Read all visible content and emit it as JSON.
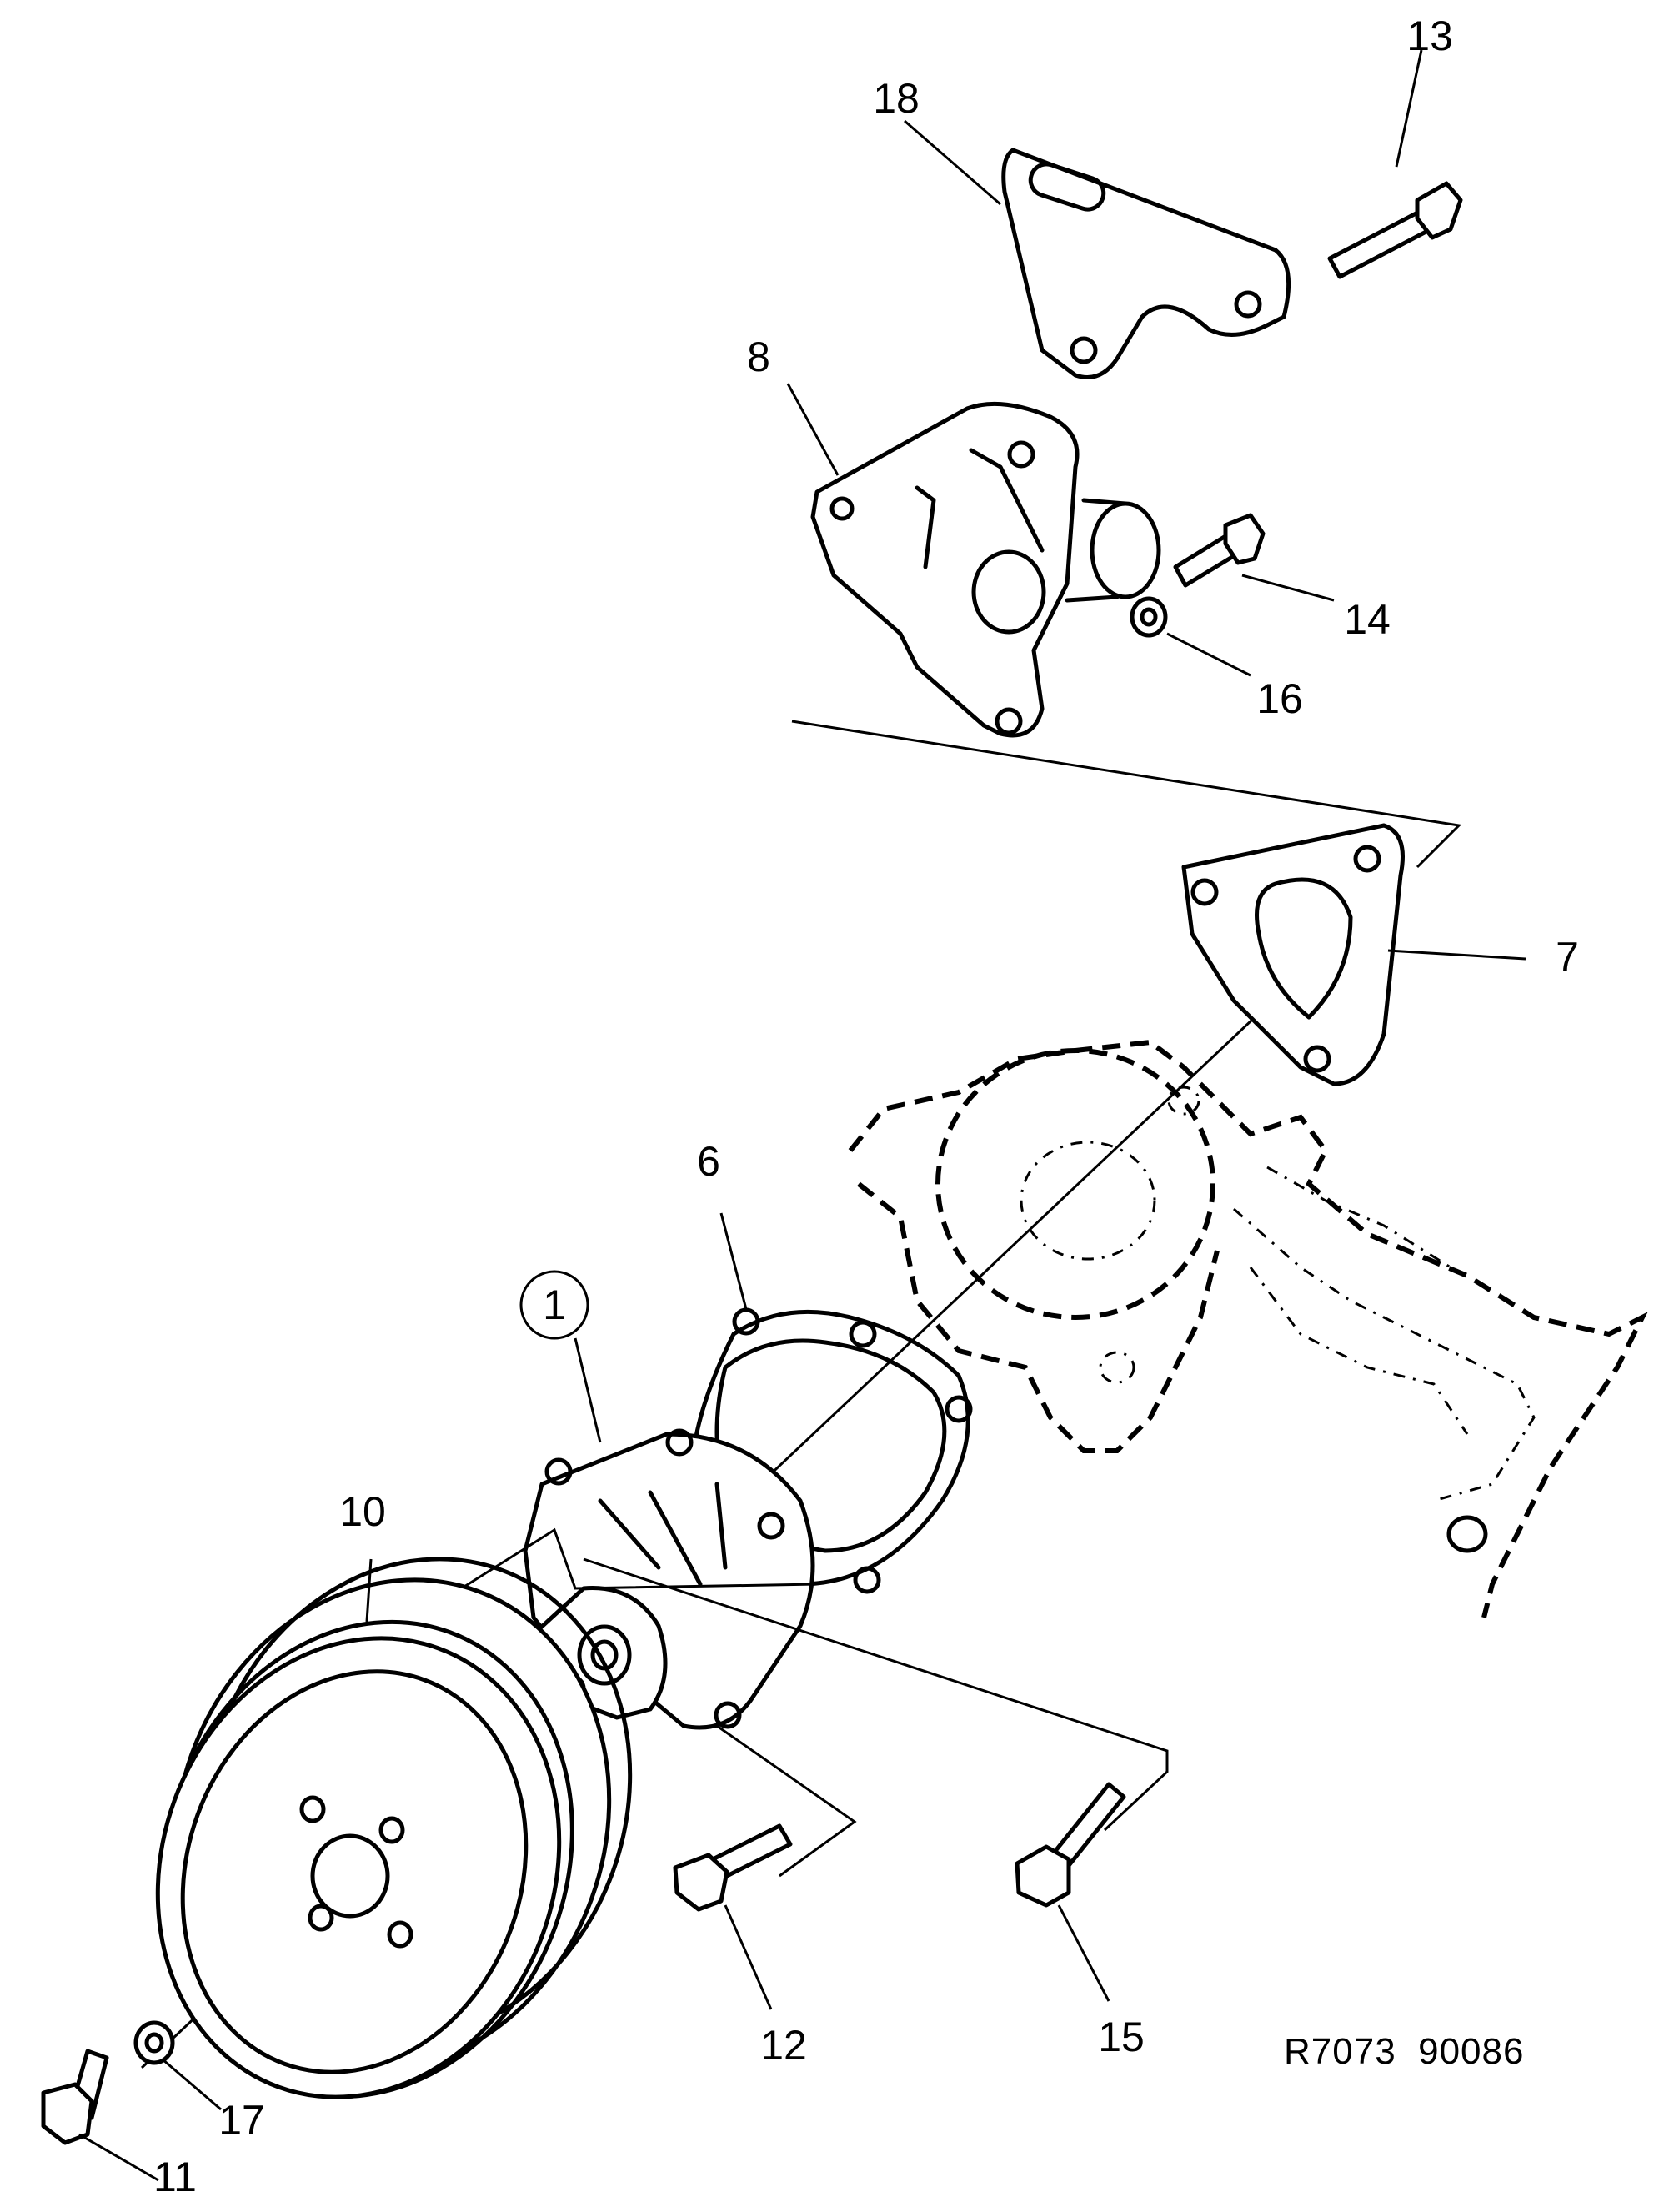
{
  "callouts": {
    "c1": "1",
    "c6": "6",
    "c7": "7",
    "c8": "8",
    "c10": "10",
    "c11": "11",
    "c12": "12",
    "c13": "13",
    "c14": "14",
    "c15": "15",
    "c16": "16",
    "c17": "17",
    "c18": "18"
  },
  "reference_code": "R7073  90086"
}
